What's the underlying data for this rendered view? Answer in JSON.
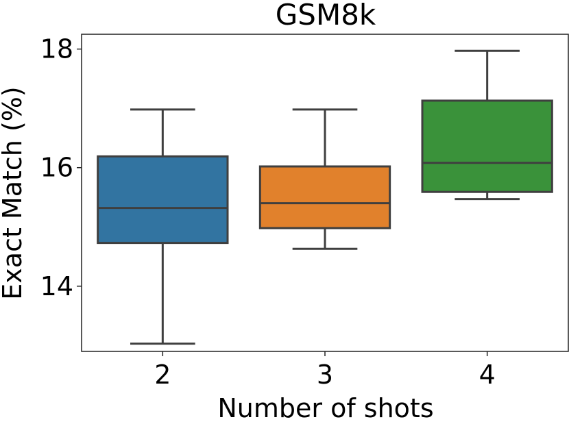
{
  "chart_data": {
    "type": "box",
    "title": "GSM8k",
    "xlabel": "Number of shots",
    "ylabel": "Exact Match (%)",
    "ylim": [
      12.9,
      18.25
    ],
    "yticks": [
      14,
      16,
      18
    ],
    "categories": [
      "2",
      "3",
      "4"
    ],
    "boxes": [
      {
        "category": "2",
        "whisker_low": 13.03,
        "q1": 14.73,
        "median": 15.32,
        "q3": 16.19,
        "whisker_high": 16.98,
        "color": "#3274a1"
      },
      {
        "category": "3",
        "whisker_low": 14.63,
        "q1": 14.98,
        "median": 15.4,
        "q3": 16.02,
        "whisker_high": 16.98,
        "color": "#e1812c"
      },
      {
        "category": "4",
        "whisker_low": 15.47,
        "q1": 15.59,
        "median": 16.08,
        "q3": 17.13,
        "whisker_high": 17.97,
        "color": "#3a923a"
      }
    ],
    "grid": false,
    "legend": "none"
  }
}
